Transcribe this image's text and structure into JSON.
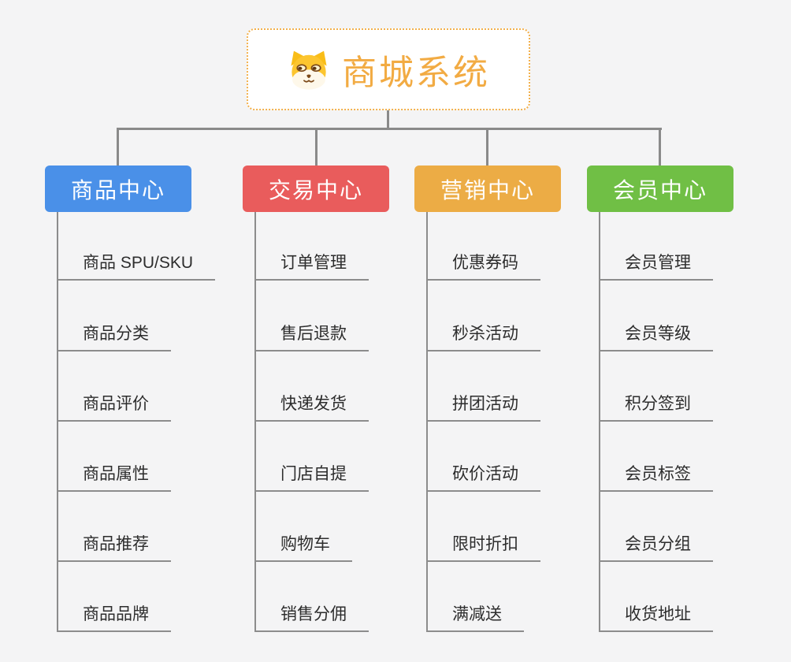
{
  "page": {
    "background_color": "#f4f4f5",
    "connector_color": "#8a8a8a"
  },
  "root": {
    "title": "商城系统",
    "icon": "dog-face-icon",
    "title_color": "#f2ab43",
    "border_color": "#f2b04c"
  },
  "branches": [
    {
      "label": "商品中心",
      "color": "#4a90e8",
      "items": [
        "商品 SPU/SKU",
        "商品分类",
        "商品评价",
        "商品属性",
        "商品推荐",
        "商品品牌"
      ]
    },
    {
      "label": "交易中心",
      "color": "#e95c5c",
      "items": [
        "订单管理",
        "售后退款",
        "快递发货",
        "门店自提",
        "购物车",
        "销售分佣"
      ]
    },
    {
      "label": "营销中心",
      "color": "#ecac45",
      "items": [
        "优惠券码",
        "秒杀活动",
        "拼团活动",
        "砍价活动",
        "限时折扣",
        "满减送"
      ]
    },
    {
      "label": "会员中心",
      "color": "#70bf45",
      "items": [
        "会员管理",
        "会员等级",
        "积分签到",
        "会员标签",
        "会员分组",
        "收货地址"
      ]
    }
  ]
}
